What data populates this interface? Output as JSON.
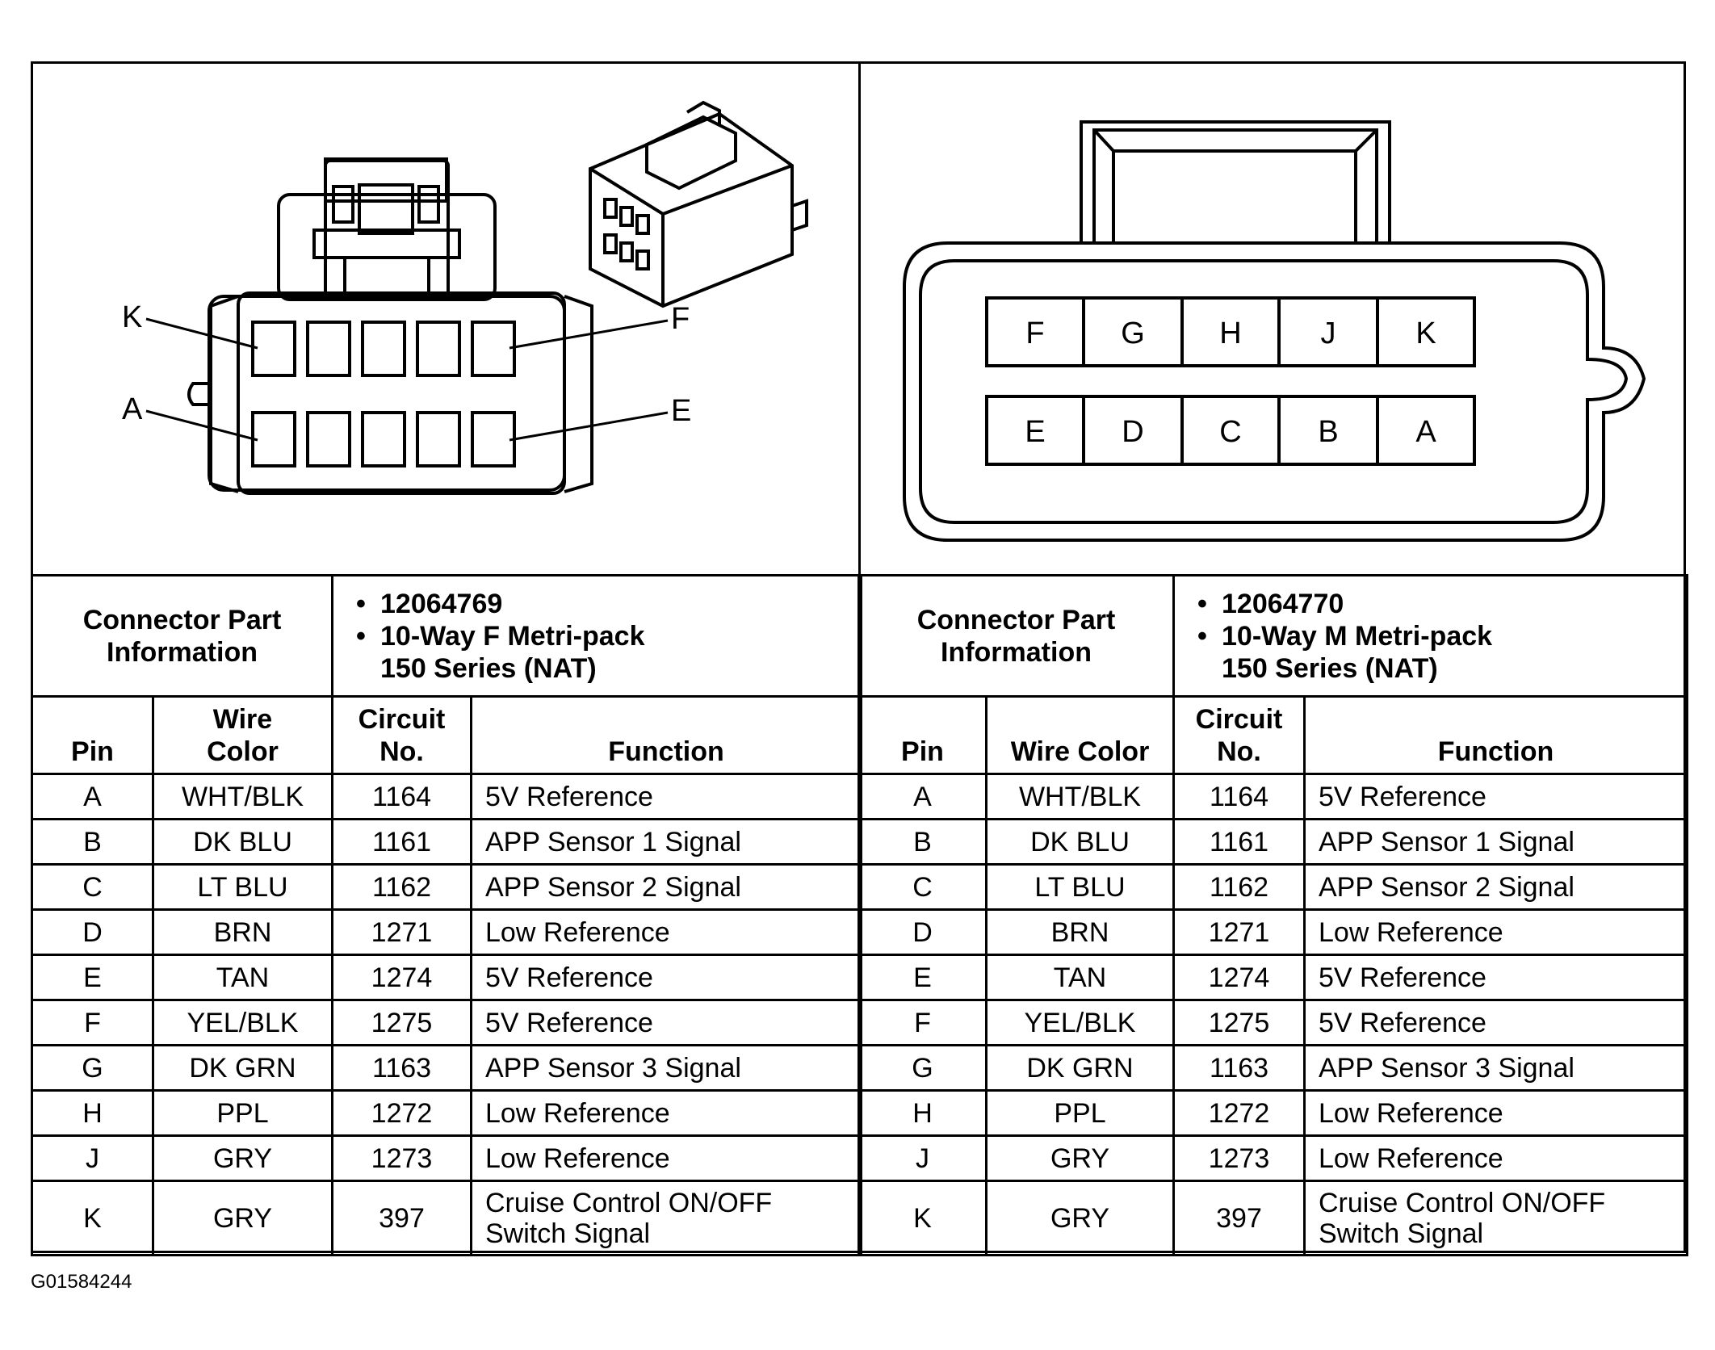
{
  "left_diagram": {
    "callouts": {
      "k": "K",
      "f": "F",
      "a": "A",
      "e": "E"
    }
  },
  "right_diagram": {
    "top_row": [
      "F",
      "G",
      "H",
      "J",
      "K"
    ],
    "bottom_row": [
      "E",
      "D",
      "C",
      "B",
      "A"
    ]
  },
  "tables": [
    {
      "info_label_line1": "Connector Part",
      "info_label_line2": "Information",
      "part_number": "12064769",
      "type_line1": "10-Way F Metri-pack",
      "type_line2": "150 Series (NAT)",
      "headers": {
        "pin": "Pin",
        "wire_color_l1": "Wire",
        "wire_color_l2": "Color",
        "circuit_l1": "Circuit",
        "circuit_l2": "No.",
        "function": "Function"
      },
      "rows": [
        {
          "pin": "A",
          "color": "WHT/BLK",
          "circuit": "1164",
          "function": "5V Reference"
        },
        {
          "pin": "B",
          "color": "DK BLU",
          "circuit": "1161",
          "function": "APP Sensor 1 Signal"
        },
        {
          "pin": "C",
          "color": "LT BLU",
          "circuit": "1162",
          "function": "APP Sensor 2 Signal"
        },
        {
          "pin": "D",
          "color": "BRN",
          "circuit": "1271",
          "function": "Low Reference"
        },
        {
          "pin": "E",
          "color": "TAN",
          "circuit": "1274",
          "function": "5V Reference"
        },
        {
          "pin": "F",
          "color": "YEL/BLK",
          "circuit": "1275",
          "function": "5V Reference"
        },
        {
          "pin": "G",
          "color": "DK GRN",
          "circuit": "1163",
          "function": "APP Sensor 3 Signal"
        },
        {
          "pin": "H",
          "color": "PPL",
          "circuit": "1272",
          "function": "Low Reference"
        },
        {
          "pin": "J",
          "color": "GRY",
          "circuit": "1273",
          "function": "Low Reference"
        },
        {
          "pin": "K",
          "color": "GRY",
          "circuit": "397",
          "function_l1": "Cruise Control ON/OFF",
          "function_l2": "Switch Signal"
        }
      ]
    },
    {
      "info_label_line1": "Connector Part",
      "info_label_line2": "Information",
      "part_number": "12064770",
      "type_line1": "10-Way M Metri-pack",
      "type_line2": "150 Series (NAT)",
      "headers": {
        "pin": "Pin",
        "wire_color": "Wire Color",
        "circuit_l1": "Circuit",
        "circuit_l2": "No.",
        "function": "Function"
      },
      "rows": [
        {
          "pin": "A",
          "color": "WHT/BLK",
          "circuit": "1164",
          "function": "5V Reference"
        },
        {
          "pin": "B",
          "color": "DK BLU",
          "circuit": "1161",
          "function": "APP Sensor 1 Signal"
        },
        {
          "pin": "C",
          "color": "LT BLU",
          "circuit": "1162",
          "function": "APP Sensor 2 Signal"
        },
        {
          "pin": "D",
          "color": "BRN",
          "circuit": "1271",
          "function": "Low Reference"
        },
        {
          "pin": "E",
          "color": "TAN",
          "circuit": "1274",
          "function": "5V Reference"
        },
        {
          "pin": "F",
          "color": "YEL/BLK",
          "circuit": "1275",
          "function": "5V Reference"
        },
        {
          "pin": "G",
          "color": "DK GRN",
          "circuit": "1163",
          "function": "APP Sensor 3 Signal"
        },
        {
          "pin": "H",
          "color": "PPL",
          "circuit": "1272",
          "function": "Low Reference"
        },
        {
          "pin": "J",
          "color": "GRY",
          "circuit": "1273",
          "function": "Low Reference"
        },
        {
          "pin": "K",
          "color": "GRY",
          "circuit": "397",
          "function_l1": "Cruise Control ON/OFF",
          "function_l2": "Switch Signal"
        }
      ]
    }
  ],
  "figure_id": "G01584244"
}
